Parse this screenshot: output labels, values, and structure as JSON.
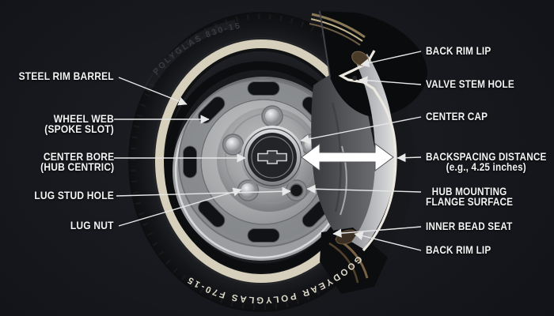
{
  "diagram_title": "tire-and-wheel-cutaway",
  "colors": {
    "background": "#16181d",
    "label_text": "#f3f3f3",
    "leader_line": "#e6e6e6",
    "backspacing_arrow": "#ffffff",
    "whitewall": "#d5cfbb",
    "wheel_silver": "#a7a9ab",
    "tire_black": "#17181b"
  },
  "labels": {
    "left": [
      {
        "line1": "STEEL RIM BARREL",
        "line2": ""
      },
      {
        "line1": "WHEEL WEB",
        "line2": "(SPOKE SLOT)"
      },
      {
        "line1": "CENTER BORE",
        "line2": "(HUB CENTRIC)"
      },
      {
        "line1": "LUG STUD HOLE",
        "line2": ""
      },
      {
        "line1": "LUG NUT",
        "line2": ""
      }
    ],
    "right": [
      {
        "line1": "BACK RIM LIP",
        "line2": ""
      },
      {
        "line1": "VALVE STEM HOLE",
        "line2": ""
      },
      {
        "line1": "CENTER CAP",
        "line2": ""
      },
      {
        "line1": "BACKSPACING DISTANCE",
        "line2": "(e.g., 4.25 inches)"
      },
      {
        "line1": "HUB MOUNTING",
        "line2": "FLANGE SURFACE"
      },
      {
        "line1": "INNER BEAD SEAT",
        "line2": ""
      },
      {
        "line1": "BACK RIM LIP",
        "line2": ""
      }
    ]
  },
  "tire": {
    "bottom_text": "GOODYEAR   POLYGLAS   F70-15",
    "top_text": "POLYGLAS 830-15"
  },
  "hub": {
    "logo": "chevrolet-bowtie"
  }
}
